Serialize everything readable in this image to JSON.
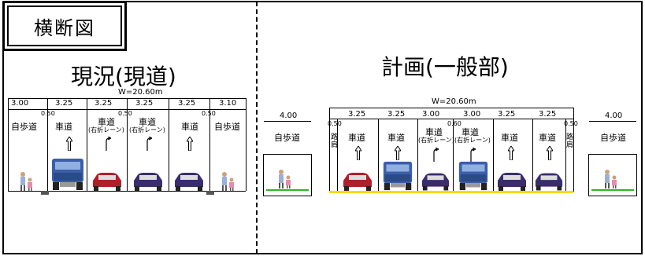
{
  "title": "横断図",
  "current": {
    "title": "現況(現道)",
    "total_width": "W=20.60m",
    "widths": [
      "3.00",
      "3.25",
      "3.25",
      "3.25",
      "3.25",
      "3.10"
    ],
    "sub_widths": [
      "0.50",
      "0.50",
      "0.50"
    ],
    "lanes": [
      "自歩道",
      "車道",
      "車道",
      "車道",
      "車道",
      "自歩道"
    ],
    "lane_notes": [
      "(右折レーン)",
      "(右折レーン)"
    ]
  },
  "plan": {
    "title": "計画(一般部)",
    "total_width": "W=20.60m",
    "side_width_left": "4.00",
    "side_width_right": "4.00",
    "side_label_left": "自歩道",
    "side_label_right": "自歩道",
    "widths": [
      "3.25",
      "3.25",
      "3.00",
      "3.00",
      "3.25",
      "3.25"
    ],
    "sub_widths": [
      "0.50",
      "0.60",
      "0.50"
    ],
    "shoulder": "路肩",
    "lanes": [
      "車道",
      "車道",
      "車道",
      "車道",
      "車道",
      "車道"
    ],
    "lane_notes": [
      "(右折レーン)",
      "(右折レーン)"
    ]
  },
  "colors": {
    "grass": "#2bb82b",
    "curb": "#ffd800",
    "truck": "#3b5fa8",
    "car_red": "#b01e2a",
    "car_purple": "#3a2d6e"
  }
}
